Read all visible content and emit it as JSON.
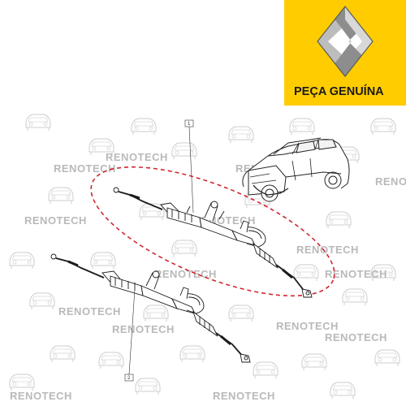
{
  "brand": {
    "logo_icon": "renault-diamond-icon",
    "badge_text": "PEÇA GENUÍNA",
    "badge_color": "#FFCC00"
  },
  "watermark": {
    "text": "RENOTECH",
    "icon": "car-front-icon",
    "color": "#B9B9B9"
  },
  "parts": [
    {
      "callout": "1",
      "highlighted": true
    },
    {
      "callout": "2",
      "highlighted": false
    }
  ],
  "highlight_color": "#D0262E"
}
